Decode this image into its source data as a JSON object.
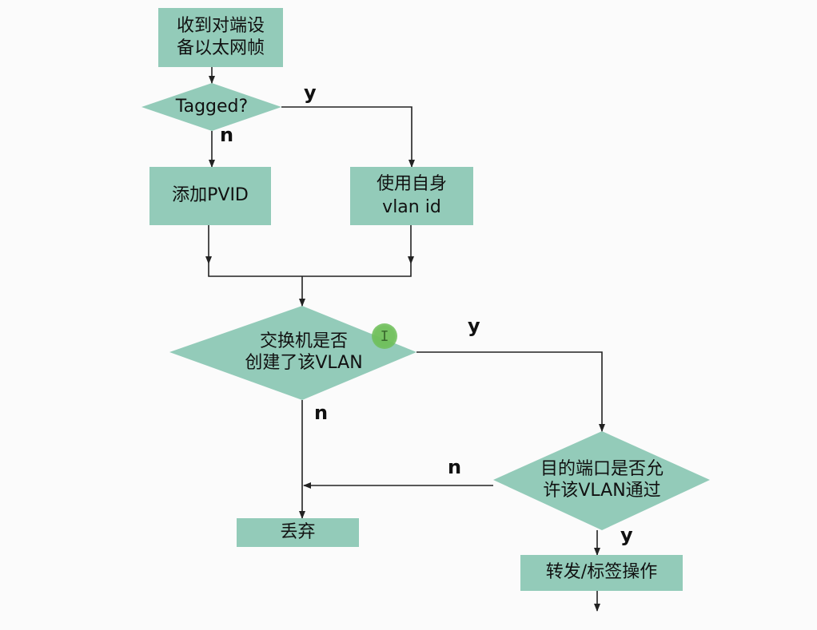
{
  "diagram": {
    "nodes": {
      "receive": "收到对端设\n备以太网帧",
      "tagged": "Tagged?",
      "add_pvid": "添加PVID",
      "use_own": "使用自身\nvlan id",
      "vlan_created": "交换机是否\n创建了该VLAN",
      "port_allow": "目的端口是否允\n许该VLAN通过",
      "discard": "丢弃",
      "forward": "转发/标签操作"
    },
    "edge_labels": {
      "tagged_yes": "y",
      "tagged_no": "n",
      "created_yes": "y",
      "created_no": "n",
      "allow_no": "n",
      "allow_yes": "y"
    }
  },
  "colors": {
    "node_fill": "#93cbb9",
    "line": "#222222",
    "background": "#fbfbfb",
    "cursor_marker": "#6fbf5a"
  },
  "icons": {
    "cursor": "text-cursor-icon"
  }
}
